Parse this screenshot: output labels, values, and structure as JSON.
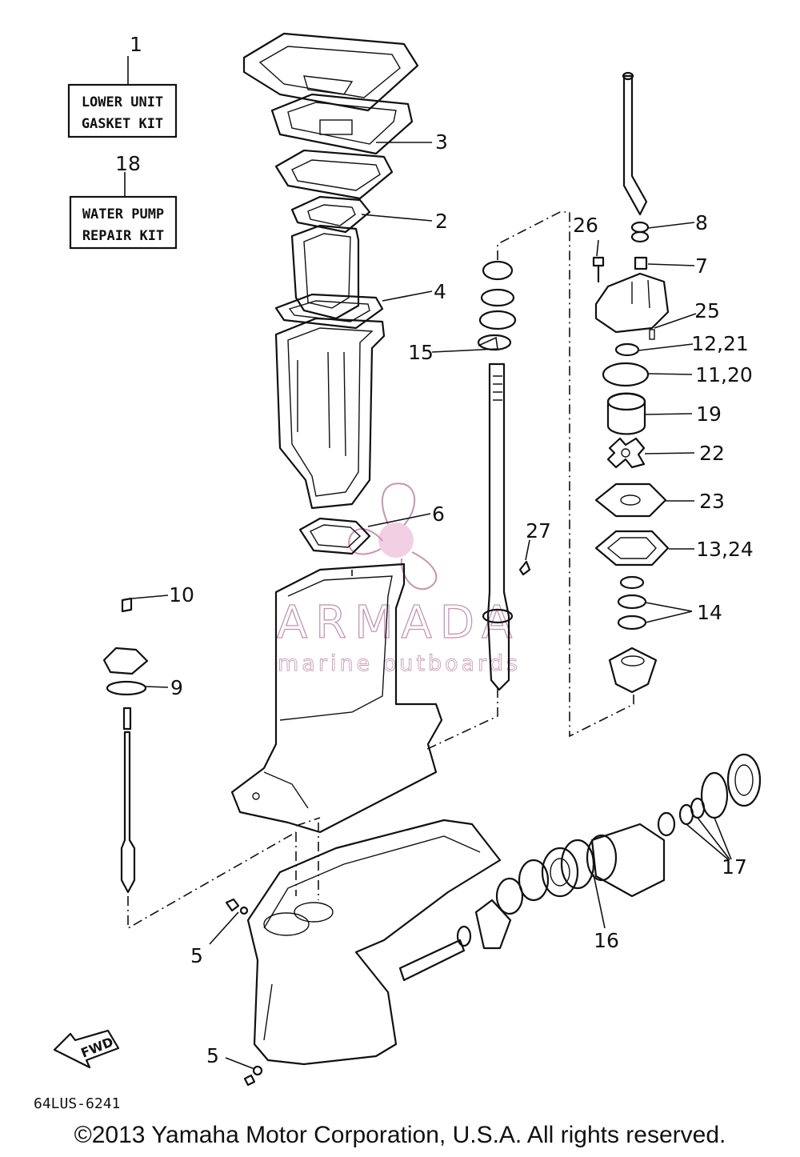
{
  "kits": [
    {
      "callout": "1",
      "line1": "LOWER UNIT",
      "line2": "GASKET KIT"
    },
    {
      "callout": "18",
      "line1": "WATER PUMP",
      "line2": "REPAIR KIT"
    }
  ],
  "callouts": {
    "c2": "2",
    "c3": "3",
    "c4": "4",
    "c5a": "5",
    "c5b": "5",
    "c6": "6",
    "c7": "7",
    "c8": "8",
    "c9": "9",
    "c10": "10",
    "c12_21": "12,21",
    "c11_20": "11,20",
    "c13_24": "13,24",
    "c14": "14",
    "c15": "15",
    "c16": "16",
    "c17": "17",
    "c19": "19",
    "c22": "22",
    "c23": "23",
    "c25": "25",
    "c26": "26",
    "c27": "27"
  },
  "watermark": {
    "name": "ARMADA",
    "subtitle": "marine outboards",
    "color": "#a23a78"
  },
  "fwd_label": "FWD",
  "diagram_code": "64LUS-6241",
  "copyright": "©2013 Yamaha Motor Corporation, U.S.A. All rights reserved."
}
